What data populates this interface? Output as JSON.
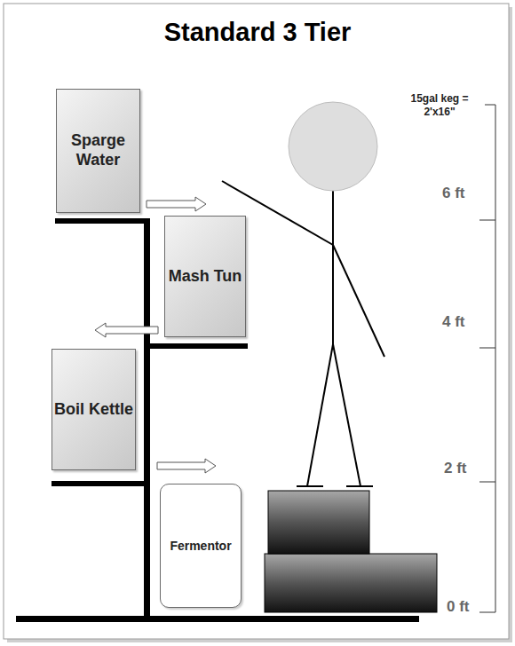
{
  "diagram": {
    "title": "Standard 3 Tier",
    "nodes": [
      {
        "text": [
          "Sparge Water"
        ]
      },
      {
        "text": [
          "Mash Tun"
        ]
      },
      {
        "text": [
          "Boil Kettle"
        ]
      },
      {
        "text": [
          "Fermentor"
        ]
      }
    ],
    "edges": [
      {
        "from": 0,
        "to": 1,
        "arrow": "to"
      },
      {
        "from": 1,
        "to": 2,
        "arrow": "to"
      },
      {
        "from": 2,
        "to": 3,
        "arrow": "to"
      }
    ],
    "labels": [
      "15gal keg = 2'x16\"",
      "6 ft",
      "4 ft",
      "2 ft",
      "0 ft"
    ]
  }
}
